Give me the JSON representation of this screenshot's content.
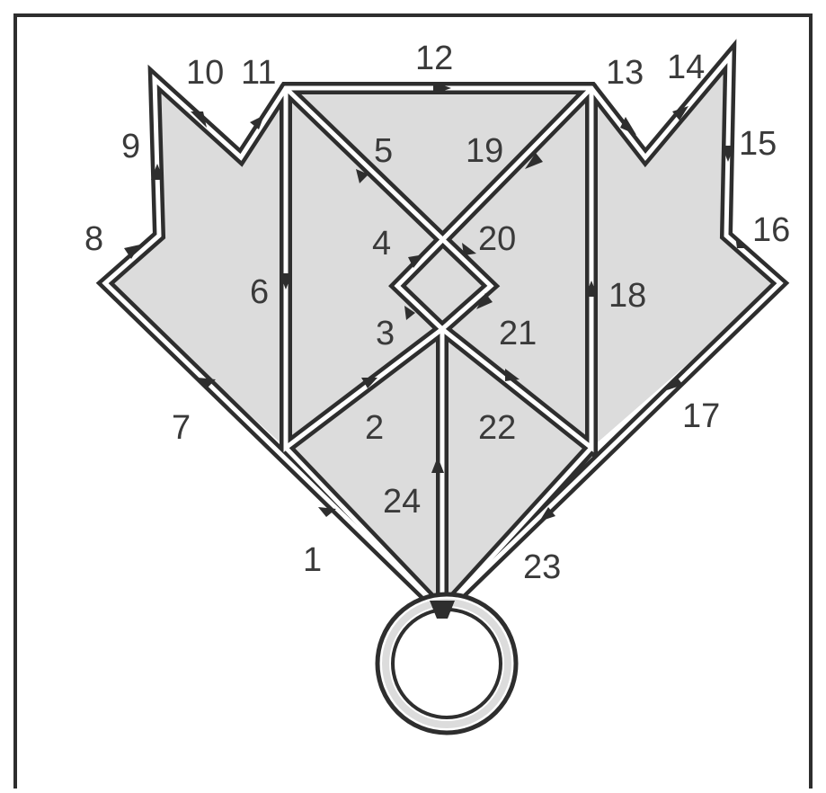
{
  "frame": {
    "background": "#ffffff",
    "border_color": "#2e2e2e"
  },
  "colors": {
    "fill": "#dcdcdc",
    "stroke": "#2e2e2e",
    "inner": "#ffffff",
    "arrow": "#2e2e2e",
    "text": "#3a3a3a"
  },
  "labels": [
    {
      "id": "1",
      "text": "1"
    },
    {
      "id": "2",
      "text": "2"
    },
    {
      "id": "3",
      "text": "3"
    },
    {
      "id": "4",
      "text": "4"
    },
    {
      "id": "5",
      "text": "5"
    },
    {
      "id": "6",
      "text": "6"
    },
    {
      "id": "7",
      "text": "7"
    },
    {
      "id": "8",
      "text": "8"
    },
    {
      "id": "9",
      "text": "9"
    },
    {
      "id": "10",
      "text": "10"
    },
    {
      "id": "11",
      "text": "11"
    },
    {
      "id": "12",
      "text": "12"
    },
    {
      "id": "13",
      "text": "13"
    },
    {
      "id": "14",
      "text": "14"
    },
    {
      "id": "15",
      "text": "15"
    },
    {
      "id": "16",
      "text": "16"
    },
    {
      "id": "17",
      "text": "17"
    },
    {
      "id": "18",
      "text": "18"
    },
    {
      "id": "19",
      "text": "19"
    },
    {
      "id": "20",
      "text": "20"
    },
    {
      "id": "21",
      "text": "21"
    },
    {
      "id": "22",
      "text": "22"
    },
    {
      "id": "23",
      "text": "23"
    },
    {
      "id": "24",
      "text": "24"
    }
  ]
}
